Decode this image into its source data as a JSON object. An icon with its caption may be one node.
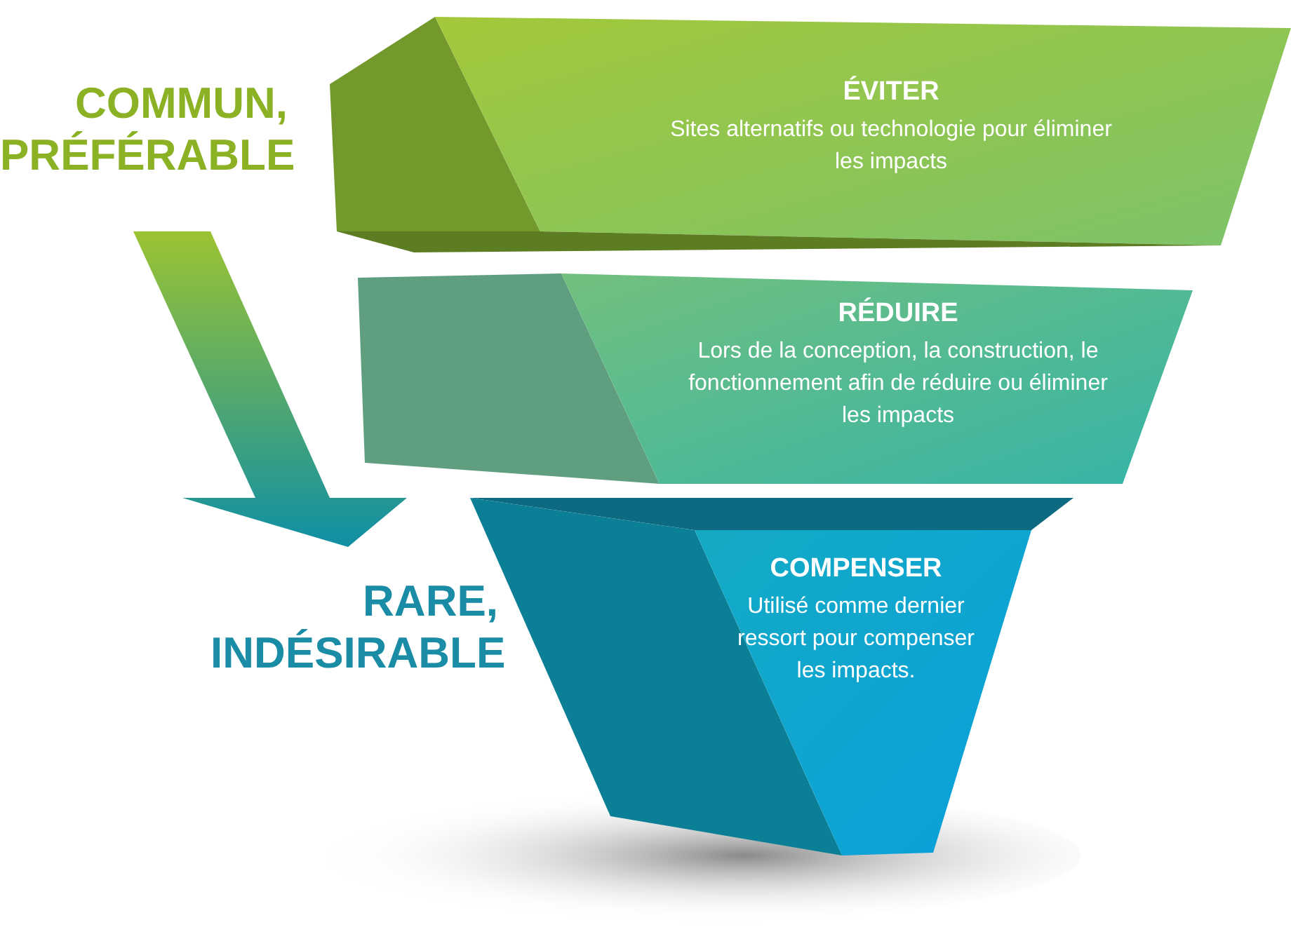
{
  "diagram": {
    "nodes": [
      {
        "text": [
          "ÉVITER",
          "Sites alternatifs ou technologie pour éliminer les impacts"
        ]
      },
      {
        "text": [
          "RÉDUIRE",
          "Lors de la conception, la construction, le fonctionnement afin de réduire ou éliminer les impacts"
        ]
      },
      {
        "text": [
          "COMPENSER",
          "Utilisé comme dernier ressort pour compenser les impacts."
        ]
      }
    ],
    "edges": [],
    "labels": [
      "COMMUN, PRÉFÉRABLE",
      "RARE, INDÉSIRABLE"
    ]
  }
}
